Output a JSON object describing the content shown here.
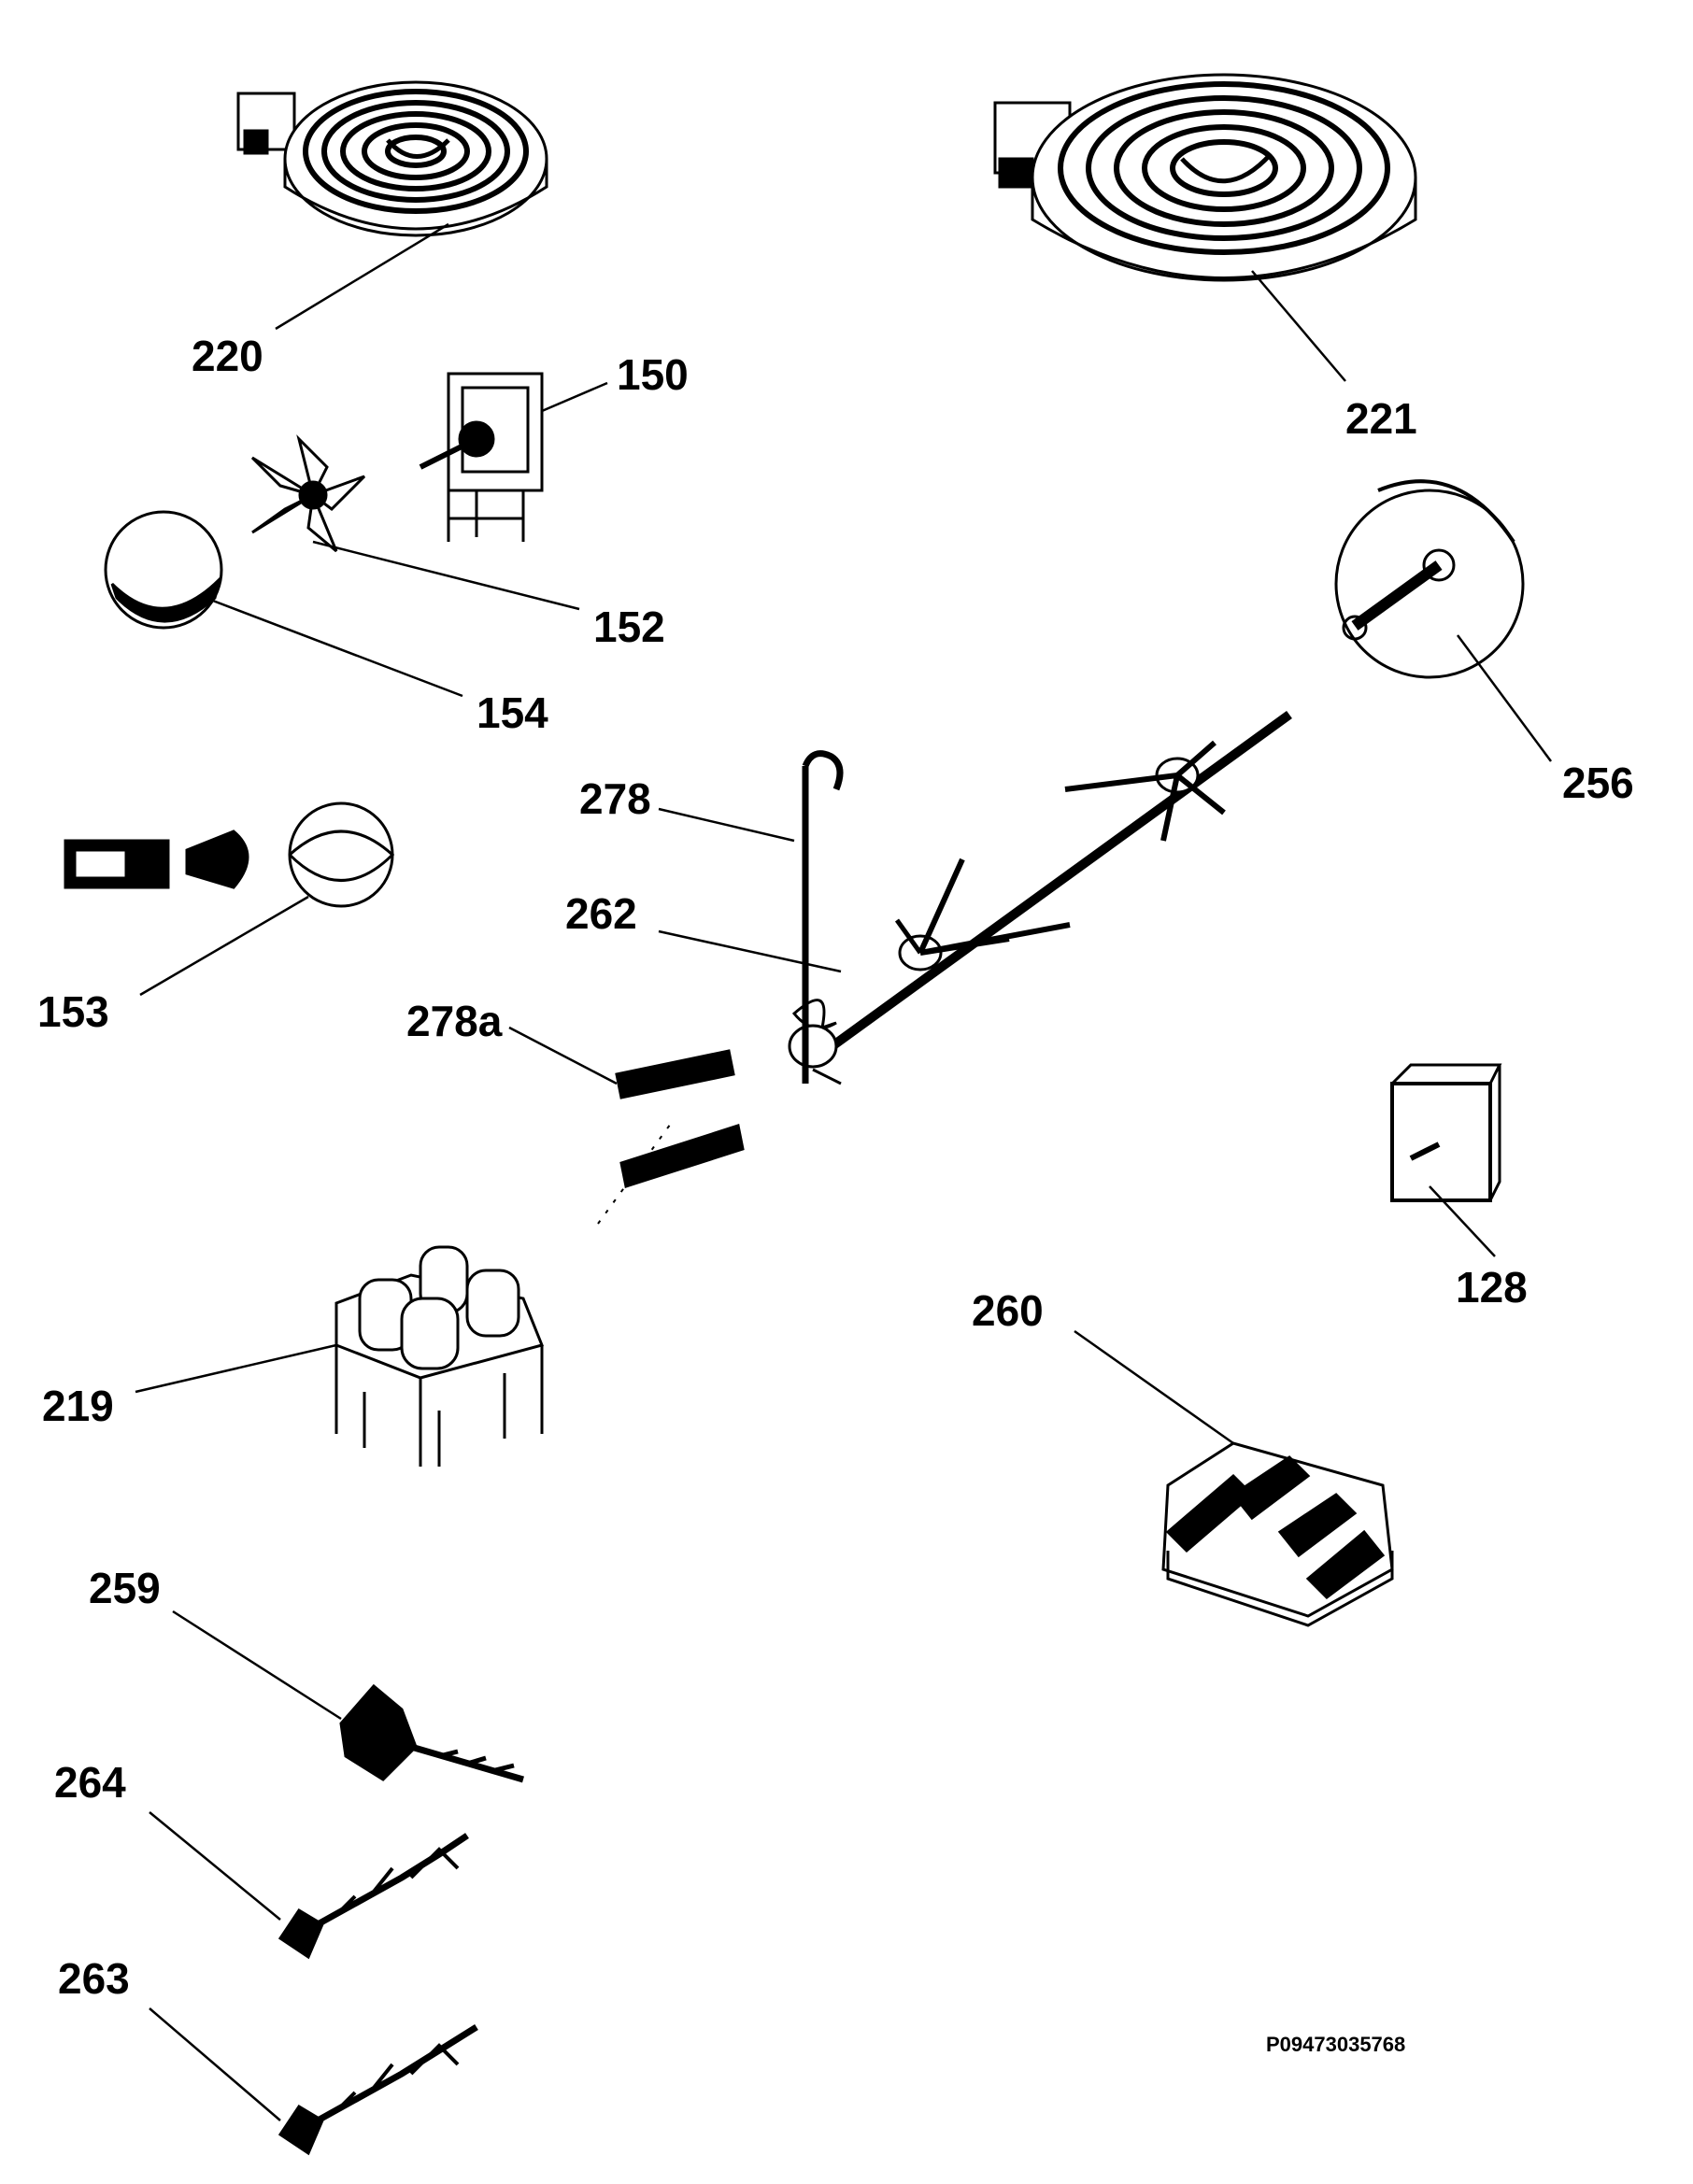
{
  "labels": {
    "p220": "220",
    "p221": "221",
    "p150": "150",
    "p152": "152",
    "p154": "154",
    "p256": "256",
    "p278": "278",
    "p262": "262",
    "p153": "153",
    "p278a": "278a",
    "p128": "128",
    "p260": "260",
    "p219": "219",
    "p259": "259",
    "p264": "264",
    "p263": "263"
  },
  "drawing_code": "P09473035768"
}
